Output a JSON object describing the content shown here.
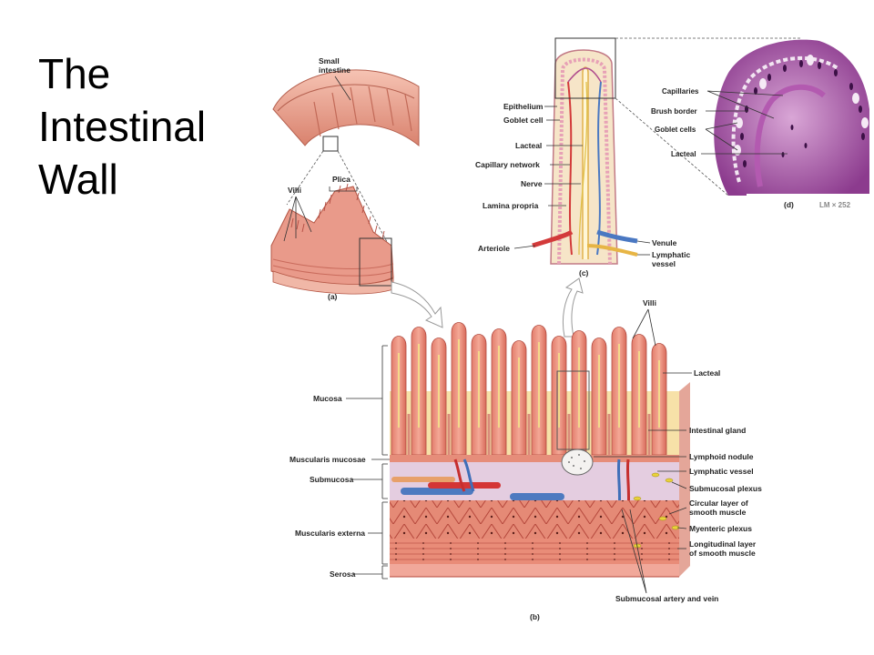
{
  "title": {
    "line1": "The",
    "line2": "Intestinal",
    "line3": "Wall"
  },
  "panel_a": {
    "panel_label": "(a)",
    "small_intestine_line1": "Small",
    "small_intestine_line2": "intestine",
    "plica": "Plica",
    "villi": "Villi"
  },
  "panel_b": {
    "panel_label": "(b)",
    "left": {
      "mucosa": "Mucosa",
      "muscularis_mucosae": "Muscularis mucosae",
      "submucosa": "Submucosa",
      "muscularis_externa": "Muscularis externa",
      "serosa": "Serosa"
    },
    "right": {
      "villi": "Villi",
      "lacteal": "Lacteal",
      "intestinal_gland": "Intestinal gland",
      "lymphoid_nodule": "Lymphoid nodule",
      "lymphatic_vessel": "Lymphatic vessel",
      "submucosal_plexus": "Submucosal plexus",
      "circular_layer_1": "Circular layer of",
      "circular_layer_2": "smooth muscle",
      "myenteric_plexus": "Myenteric plexus",
      "longitudinal_layer_1": "Longitudinal layer",
      "longitudinal_layer_2": "of smooth muscle"
    },
    "bottom": {
      "submucosal_artery_vein": "Submucosal artery and vein"
    }
  },
  "panel_c": {
    "panel_label": "(c)",
    "epithelium": "Epithelium",
    "goblet_cell": "Goblet cell",
    "lacteal": "Lacteal",
    "capillary_network": "Capillary network",
    "nerve": "Nerve",
    "lamina_propria": "Lamina propria",
    "arteriole": "Arteriole",
    "venule": "Venule",
    "lymphatic_vessel_1": "Lymphatic",
    "lymphatic_vessel_2": "vessel"
  },
  "panel_d": {
    "panel_label": "(d)",
    "capillaries": "Capillaries",
    "brush_border": "Brush border",
    "goblet_cells": "Goblet cells",
    "lacteal": "Lacteal",
    "magnification": "LM × 252"
  }
}
